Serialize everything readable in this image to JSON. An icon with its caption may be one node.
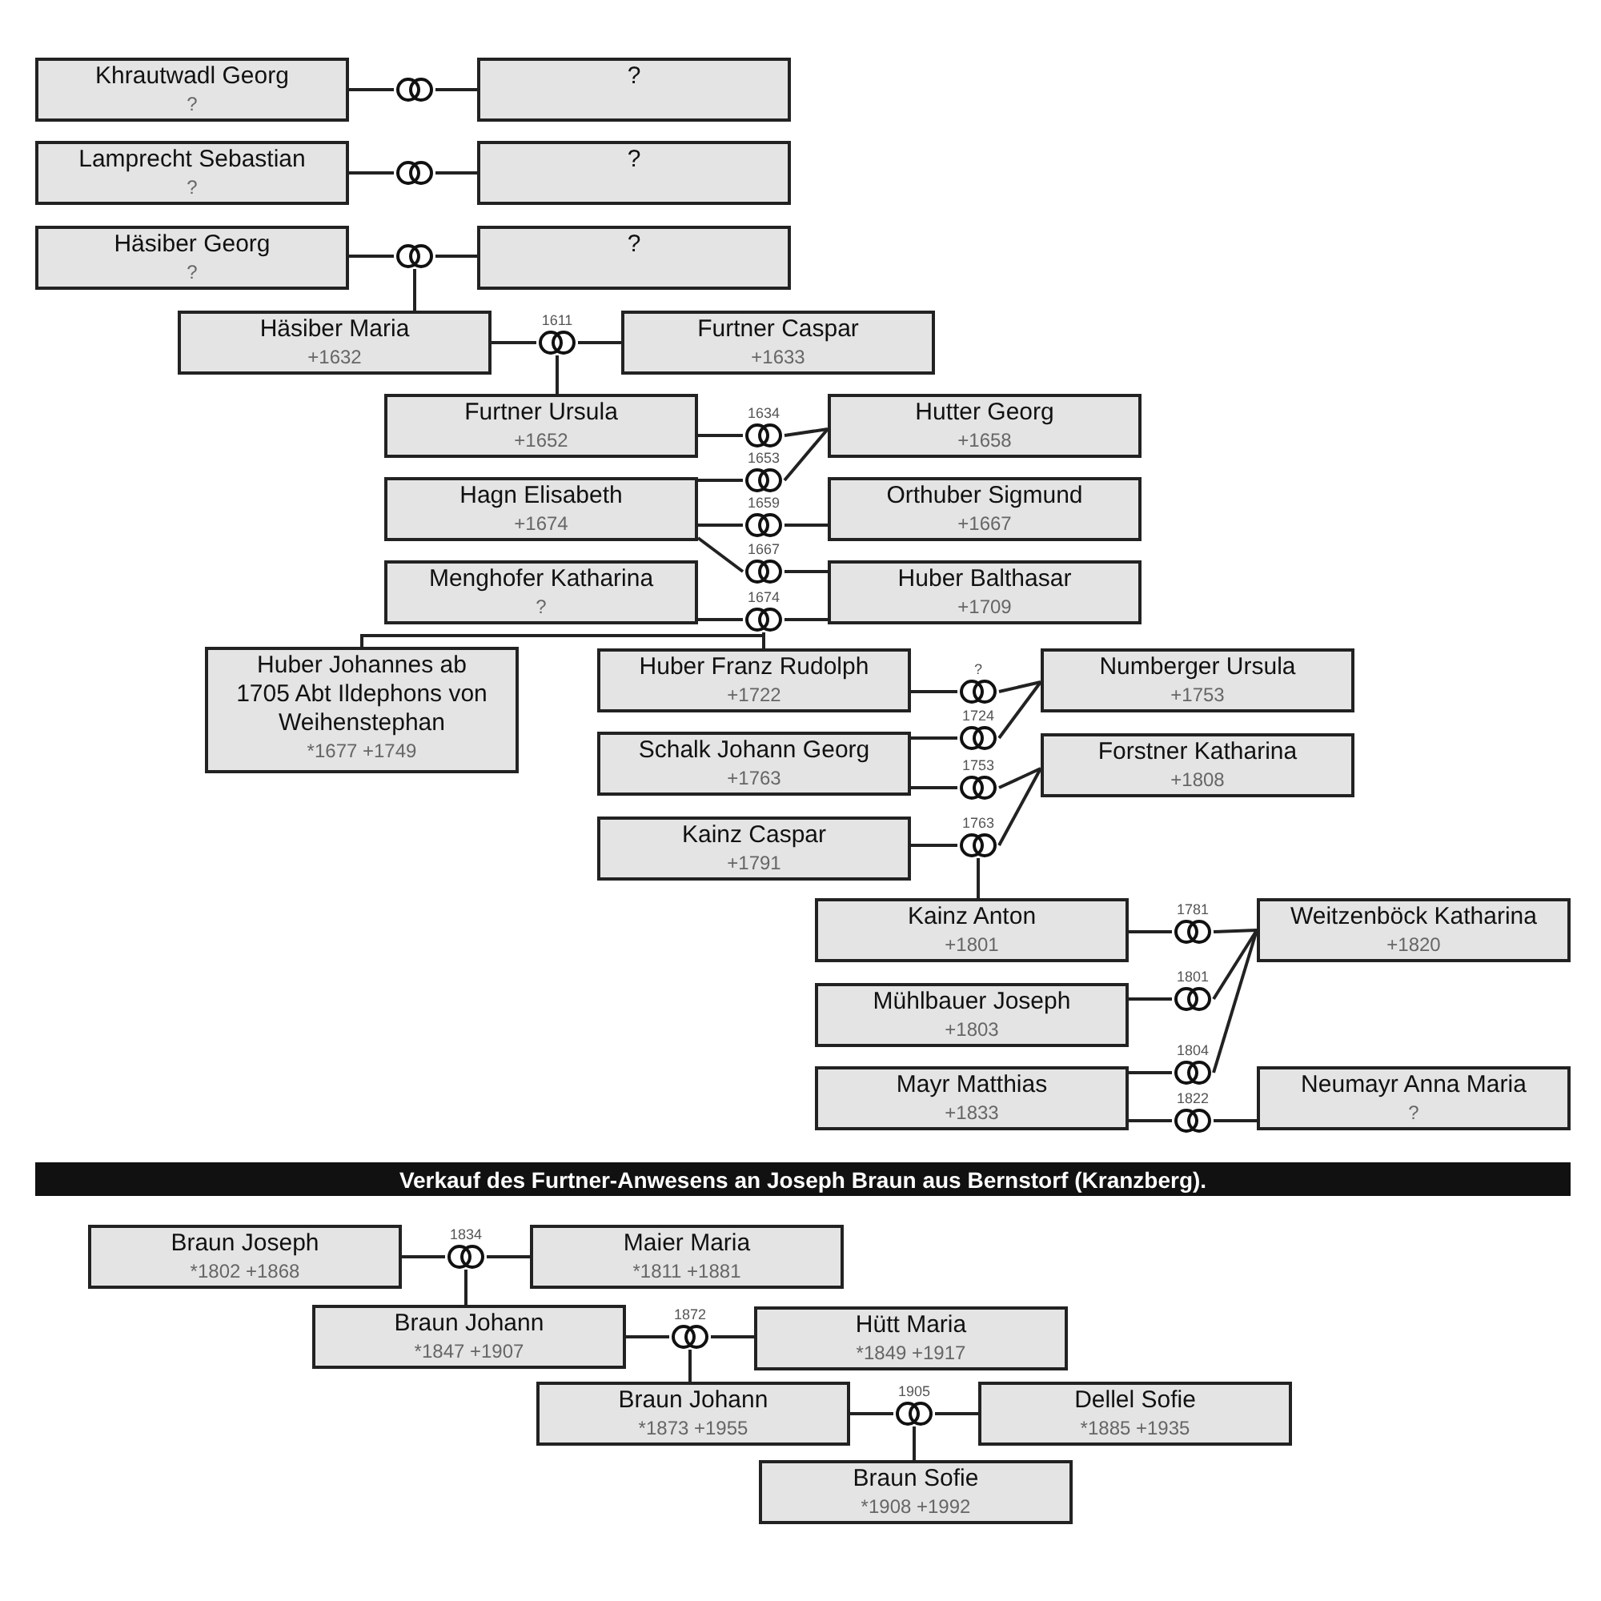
{
  "diagram": {
    "nodes": [
      {
        "text": [
          "Khrautwadl Georg",
          "?"
        ]
      },
      {
        "text": [
          "?"
        ]
      },
      {
        "text": [
          "Lamprecht Sebastian",
          "?"
        ]
      },
      {
        "text": [
          "?"
        ]
      },
      {
        "text": [
          "Häsiber Georg",
          "?"
        ]
      },
      {
        "text": [
          "?"
        ]
      },
      {
        "text": [
          "Häsiber Maria",
          "+1632"
        ]
      },
      {
        "text": [
          "Furtner Caspar",
          "+1633"
        ]
      },
      {
        "text": [
          "Furtner Ursula",
          "+1652"
        ]
      },
      {
        "text": [
          "Hutter Georg",
          "+1658"
        ]
      },
      {
        "text": [
          "Hagn Elisabeth",
          "+1674"
        ]
      },
      {
        "text": [
          "Orthuber Sigmund",
          "+1667"
        ]
      },
      {
        "text": [
          "Menghofer Katharina",
          "?"
        ]
      },
      {
        "text": [
          "Huber Balthasar",
          "+1709"
        ]
      },
      {
        "text": [
          "Huber Johannes ab 1705 Abt Ildephons von Weihenstephan",
          "*1677 +1749"
        ]
      },
      {
        "text": [
          "Huber Franz Rudolph",
          "+1722"
        ]
      },
      {
        "text": [
          "Numberger Ursula",
          "+1753"
        ]
      },
      {
        "text": [
          "Schalk Johann Georg",
          "+1763"
        ]
      },
      {
        "text": [
          "Forstner Katharina",
          "+1808"
        ]
      },
      {
        "text": [
          "Kainz Caspar",
          "+1791"
        ]
      },
      {
        "text": [
          "Kainz Anton",
          "+1801"
        ]
      },
      {
        "text": [
          "Weitzenböck Katharina",
          "+1820"
        ]
      },
      {
        "text": [
          "Mühlbauer Joseph",
          "+1803"
        ]
      },
      {
        "text": [
          "Mayr Matthias",
          "+1833"
        ]
      },
      {
        "text": [
          "Neumayr Anna Maria",
          "?"
        ]
      },
      {
        "text": [
          "Verkauf des Furtner-Anwesens an Joseph Braun aus Bernstorf (Kranzberg)."
        ]
      },
      {
        "text": [
          "Braun Joseph",
          "*1802 +1868"
        ]
      },
      {
        "text": [
          "Maier Maria",
          "*1811 +1881"
        ]
      },
      {
        "text": [
          "Braun Johann",
          "*1847 +1907"
        ]
      },
      {
        "text": [
          "Hütt Maria",
          "*1849 +1917"
        ]
      },
      {
        "text": [
          "Braun Johann",
          "*1873 +1955"
        ]
      },
      {
        "text": [
          "Dellel Sofie",
          "*1885 +1935"
        ]
      },
      {
        "text": [
          "Braun Sofie",
          "*1908 +1992"
        ]
      },
      {
        "text": [],
        "shape": "rings"
      },
      {
        "text": [],
        "shape": "rings"
      },
      {
        "text": [],
        "shape": "rings"
      },
      {
        "text": [],
        "shape": "rings",
        "beside": [
          "1611"
        ]
      },
      {
        "text": [],
        "shape": "rings",
        "beside": [
          "1634"
        ]
      },
      {
        "text": [],
        "shape": "rings",
        "beside": [
          "1653"
        ]
      },
      {
        "text": [],
        "shape": "rings",
        "beside": [
          "1659"
        ]
      },
      {
        "text": [],
        "shape": "rings",
        "beside": [
          "1667"
        ]
      },
      {
        "text": [],
        "shape": "rings",
        "beside": [
          "1674"
        ]
      },
      {
        "text": [],
        "shape": "rings",
        "beside": [
          "?"
        ]
      },
      {
        "text": [],
        "shape": "rings",
        "beside": [
          "1724"
        ]
      },
      {
        "text": [],
        "shape": "rings",
        "beside": [
          "1753"
        ]
      },
      {
        "text": [],
        "shape": "rings",
        "beside": [
          "1763"
        ]
      },
      {
        "text": [],
        "shape": "rings",
        "beside": [
          "1781"
        ]
      },
      {
        "text": [],
        "shape": "rings",
        "beside": [
          "1801"
        ]
      },
      {
        "text": [],
        "shape": "rings",
        "beside": [
          "1804"
        ]
      },
      {
        "text": [],
        "shape": "rings",
        "beside": [
          "1822"
        ]
      },
      {
        "text": [],
        "shape": "rings",
        "beside": [
          "1834"
        ]
      },
      {
        "text": [],
        "shape": "rings",
        "beside": [
          "1872"
        ]
      },
      {
        "text": [],
        "shape": "rings",
        "beside": [
          "1905"
        ]
      }
    ],
    "edges": [
      {
        "from": 0,
        "to": 33,
        "arrow": "none"
      },
      {
        "from": 33,
        "to": 1,
        "arrow": "none"
      },
      {
        "from": 2,
        "to": 34,
        "arrow": "none"
      },
      {
        "from": 34,
        "to": 3,
        "arrow": "none"
      },
      {
        "from": 4,
        "to": 35,
        "arrow": "none"
      },
      {
        "from": 35,
        "to": 5,
        "arrow": "none"
      },
      {
        "from": 35,
        "to": 6,
        "arrow": "none"
      },
      {
        "from": 6,
        "to": 36,
        "arrow": "none"
      },
      {
        "from": 36,
        "to": 7,
        "arrow": "none"
      },
      {
        "from": 36,
        "to": 8,
        "arrow": "none"
      },
      {
        "from": 8,
        "to": 37,
        "arrow": "none"
      },
      {
        "from": 37,
        "to": 9,
        "arrow": "none"
      },
      {
        "from": 10,
        "to": 38,
        "arrow": "none"
      },
      {
        "from": 38,
        "to": 9,
        "arrow": "none"
      },
      {
        "from": 10,
        "to": 39,
        "arrow": "none"
      },
      {
        "from": 39,
        "to": 11,
        "arrow": "none"
      },
      {
        "from": 10,
        "to": 40,
        "arrow": "none"
      },
      {
        "from": 40,
        "to": 13,
        "arrow": "none"
      },
      {
        "from": 12,
        "to": 41,
        "arrow": "none"
      },
      {
        "from": 41,
        "to": 13,
        "arrow": "none"
      },
      {
        "from": 41,
        "to": 14,
        "arrow": "none"
      },
      {
        "from": 41,
        "to": 15,
        "arrow": "none"
      },
      {
        "from": 15,
        "to": 42,
        "arrow": "none"
      },
      {
        "from": 42,
        "to": 16,
        "arrow": "none"
      },
      {
        "from": 17,
        "to": 43,
        "arrow": "none"
      },
      {
        "from": 43,
        "to": 16,
        "arrow": "none"
      },
      {
        "from": 17,
        "to": 44,
        "arrow": "none"
      },
      {
        "from": 44,
        "to": 18,
        "arrow": "none"
      },
      {
        "from": 19,
        "to": 45,
        "arrow": "none"
      },
      {
        "from": 45,
        "to": 18,
        "arrow": "none"
      },
      {
        "from": 45,
        "to": 20,
        "arrow": "none"
      },
      {
        "from": 20,
        "to": 46,
        "arrow": "none"
      },
      {
        "from": 46,
        "to": 21,
        "arrow": "none"
      },
      {
        "from": 22,
        "to": 47,
        "arrow": "none"
      },
      {
        "from": 47,
        "to": 21,
        "arrow": "none"
      },
      {
        "from": 23,
        "to": 48,
        "arrow": "none"
      },
      {
        "from": 48,
        "to": 21,
        "arrow": "none"
      },
      {
        "from": 23,
        "to": 49,
        "arrow": "none"
      },
      {
        "from": 49,
        "to": 24,
        "arrow": "none"
      },
      {
        "from": 26,
        "to": 50,
        "arrow": "none"
      },
      {
        "from": 50,
        "to": 27,
        "arrow": "none"
      },
      {
        "from": 50,
        "to": 28,
        "arrow": "none"
      },
      {
        "from": 28,
        "to": 51,
        "arrow": "none"
      },
      {
        "from": 51,
        "to": 29,
        "arrow": "none"
      },
      {
        "from": 51,
        "to": 30,
        "arrow": "none"
      },
      {
        "from": 30,
        "to": 52,
        "arrow": "none"
      },
      {
        "from": 52,
        "to": 31,
        "arrow": "none"
      },
      {
        "from": 52,
        "to": 32,
        "arrow": "none"
      }
    ]
  }
}
